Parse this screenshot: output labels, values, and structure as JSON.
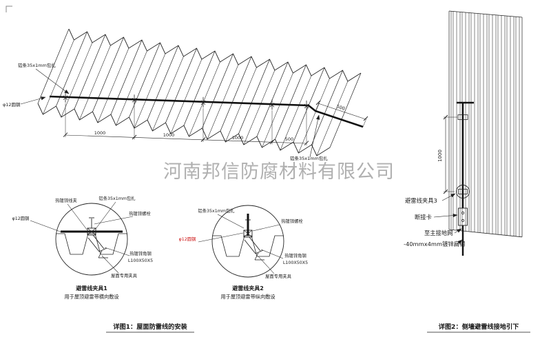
{
  "watermark": "河南邦信防腐材料有限公司",
  "main": {
    "label_strip_left": "铝条35x1mm包扎",
    "label_round_steel": "φ12圆钢",
    "label_strip_right": "铝条35x1mm包扎",
    "dims": [
      "1000",
      "1000",
      "1000",
      "500"
    ],
    "dim_slope": "500"
  },
  "detail1": {
    "title": "避雷线夹具1",
    "subtitle": "用于屋顶避雷带横向敷设",
    "label_wire_clamp": "热镀锌线夹",
    "label_strip": "铝条35x1mm包扎",
    "label_bolt": "热镀锌螺栓",
    "label_round_steel": "φ12圆钢",
    "label_angle_steel": "热镀锌角钢",
    "label_angle_spec": "L100X50X5",
    "label_roof_clamp": "屋面专用夹具"
  },
  "detail2": {
    "title": "避雷线夹具2",
    "subtitle": "用于屋顶避雷带纵向敷设",
    "label_strip": "铝条35x1mm包扎",
    "label_bolt": "热镀锌螺栓",
    "label_round_steel": "φ12圆钢",
    "label_angle_steel": "热镀锌角钢",
    "label_angle_spec": "L100X50X5",
    "label_roof_clamp": "屋面专用夹具"
  },
  "captions": {
    "detail_view_1": "详图1：屋面防雷线的安装",
    "detail_view_2": "详图2：侧墙避雷线接地引下"
  },
  "wall": {
    "dim_vertical": "1000",
    "label_clamp3": "避雷线夹具3",
    "label_disconnect": "断接卡",
    "label_to_ground": "至主接地网",
    "label_flat_steel": "-40mmx4mm镀锌扁钢"
  },
  "colors": {
    "line": "#1a1a1a",
    "accent_red": "#cc1111",
    "watermark_gray": "#9b9b9b"
  }
}
